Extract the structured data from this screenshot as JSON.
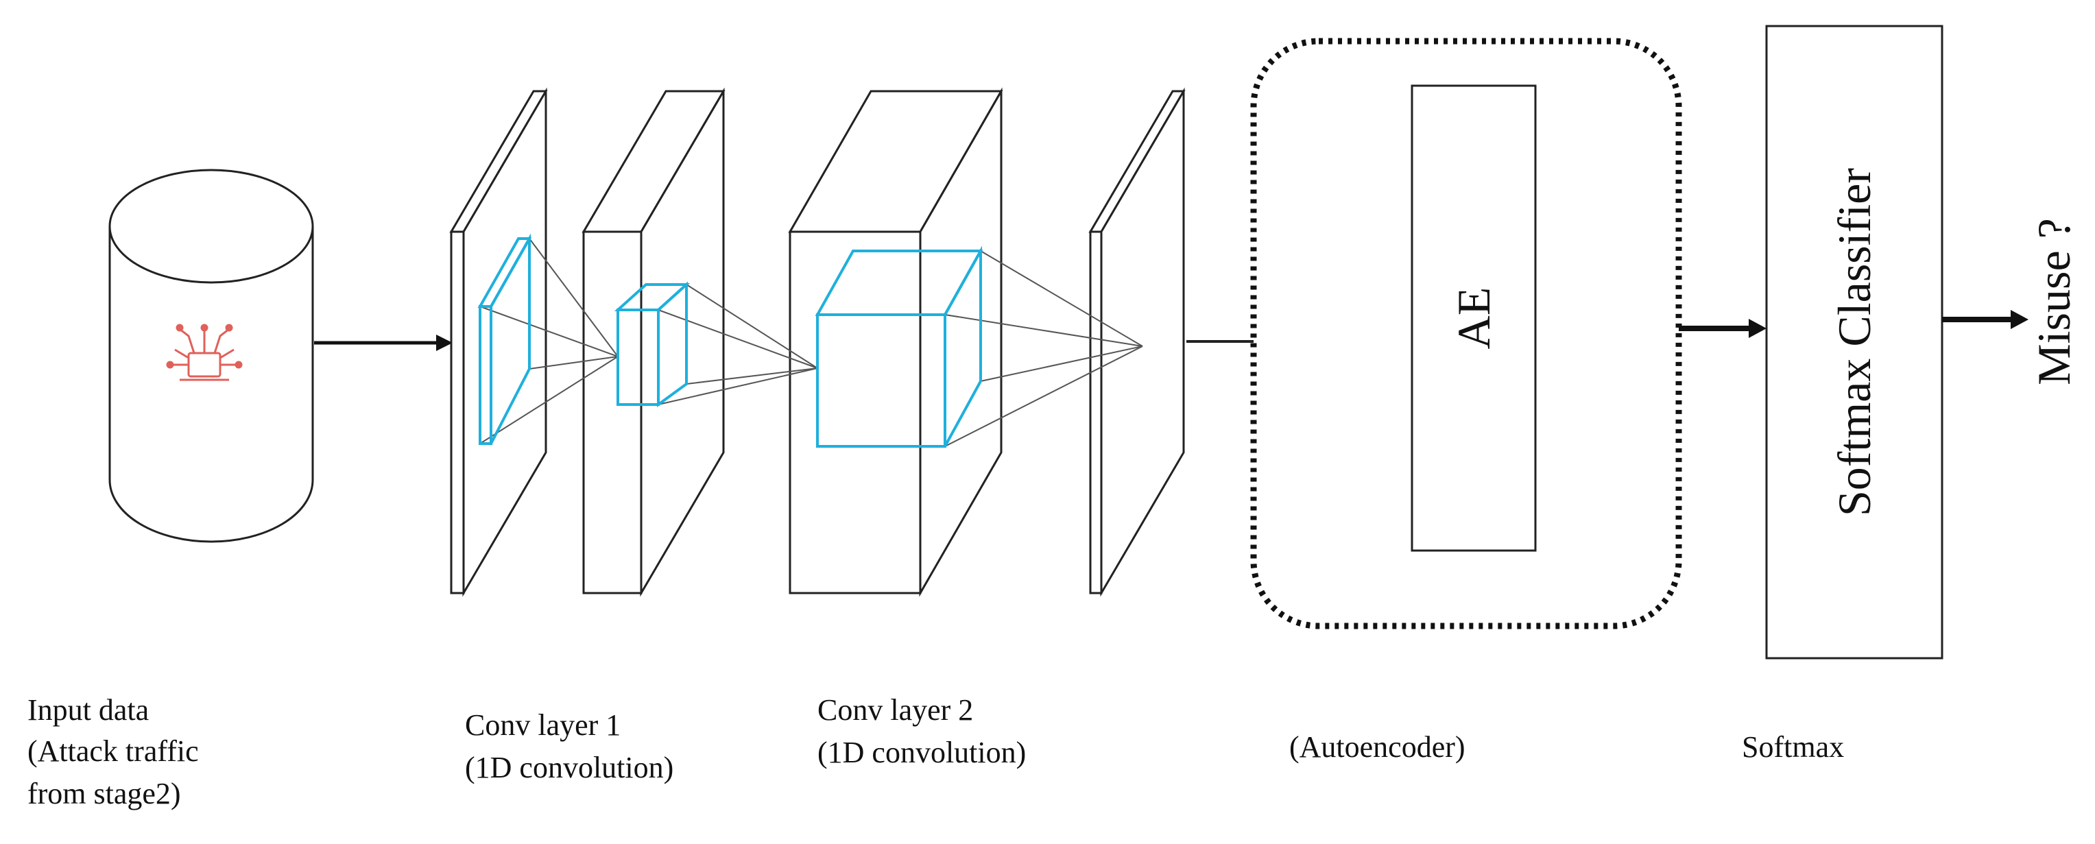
{
  "labels": {
    "input_line1": "Input data",
    "input_line2": "(Attack traffic",
    "input_line3": "from stage2)",
    "conv1_line1": "Conv layer 1",
    "conv1_line2": "(1D convolution)",
    "conv2_line1": "Conv layer 2",
    "conv2_line2": "(1D convolution)",
    "autoencoder_caption": "(Autoencoder)",
    "softmax_caption": "Softmax",
    "ae_box": "AE",
    "classifier_box": "Softmax  Classifier",
    "output": "Misuse ?"
  },
  "colors": {
    "line": "#222222",
    "accent_cube": "#1fb0dc",
    "icon": "#e0605a",
    "connector": "#555555"
  },
  "icons": {
    "database": "cylinder-icon",
    "input_glyph": "circuit-laptop-icon"
  }
}
